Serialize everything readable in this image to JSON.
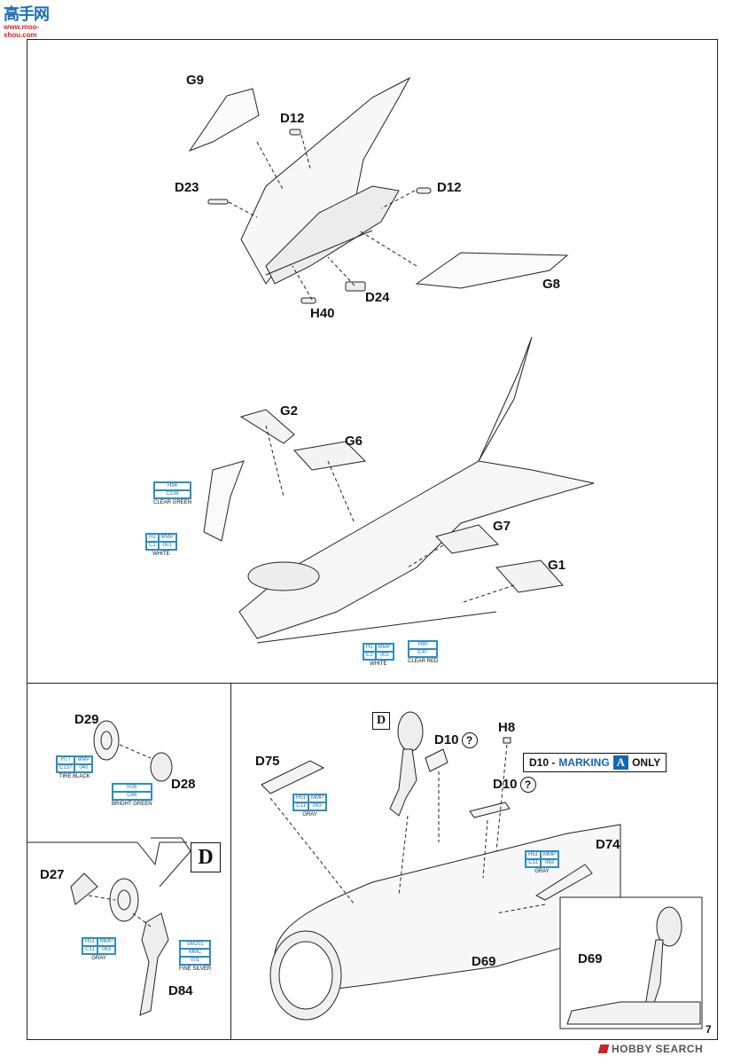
{
  "watermark_top": {
    "logo_text": "高手网",
    "domain": "www.moo-shou.com"
  },
  "watermark_bottom": {
    "brand": "HOBBY SEARCH"
  },
  "page_number": "7",
  "parts_top": {
    "G9": "G9",
    "D12a": "D12",
    "D23": "D23",
    "D12b": "D12",
    "G8": "G8",
    "H40": "H40",
    "D24": "D24"
  },
  "parts_mid": {
    "G2": "G2",
    "G6": "G6",
    "G7": "G7",
    "G1": "G1"
  },
  "paints_mid": [
    {
      "codes": [
        "H94",
        "C138"
      ],
      "name": "CLEAR GREEN"
    },
    {
      "codes": [
        "H1",
        "MMP",
        "C1",
        "001"
      ],
      "name": "WHITE"
    },
    {
      "codes": [
        "H1",
        "MMP",
        "C1",
        "001"
      ],
      "name": "WHITE"
    },
    {
      "codes": [
        "H90",
        "C47"
      ],
      "name": "CLEAR RED"
    }
  ],
  "left_panel": {
    "parts": {
      "D29": "D29",
      "D28": "D28",
      "D27": "D27",
      "D84": "D84"
    },
    "paints": [
      {
        "codes": [
          "H77",
          "MMP",
          "C137",
          "040"
        ],
        "name": "TIRE BLACK"
      },
      {
        "codes": [
          "H26",
          "C66"
        ],
        "name": "BRIGHT GREEN"
      },
      {
        "codes": [
          "H51",
          "MMP",
          "C11",
          "063"
        ],
        "name": "GRAY"
      },
      {
        "codes": [
          "SM201",
          "MMC",
          "001"
        ],
        "name": "FINE SILVER"
      }
    ],
    "step_box": "D"
  },
  "right_panel": {
    "parts": {
      "D75": "D75",
      "H8": "H8",
      "D10a": "D10",
      "D10b": "D10",
      "D74": "D74",
      "D69a": "D69",
      "D69b": "D69"
    },
    "qmark": "?",
    "paints": [
      {
        "codes": [
          "H51",
          "MMP",
          "C11",
          "063"
        ],
        "name": "GRAY"
      },
      {
        "codes": [
          "H51",
          "MMP",
          "C11",
          "063"
        ],
        "name": "GRAY"
      }
    ],
    "step_box": "D",
    "marking_note": {
      "prefix": "D10 - ",
      "word": "MARKING",
      "badge": "A",
      "suffix": "ONLY"
    }
  }
}
